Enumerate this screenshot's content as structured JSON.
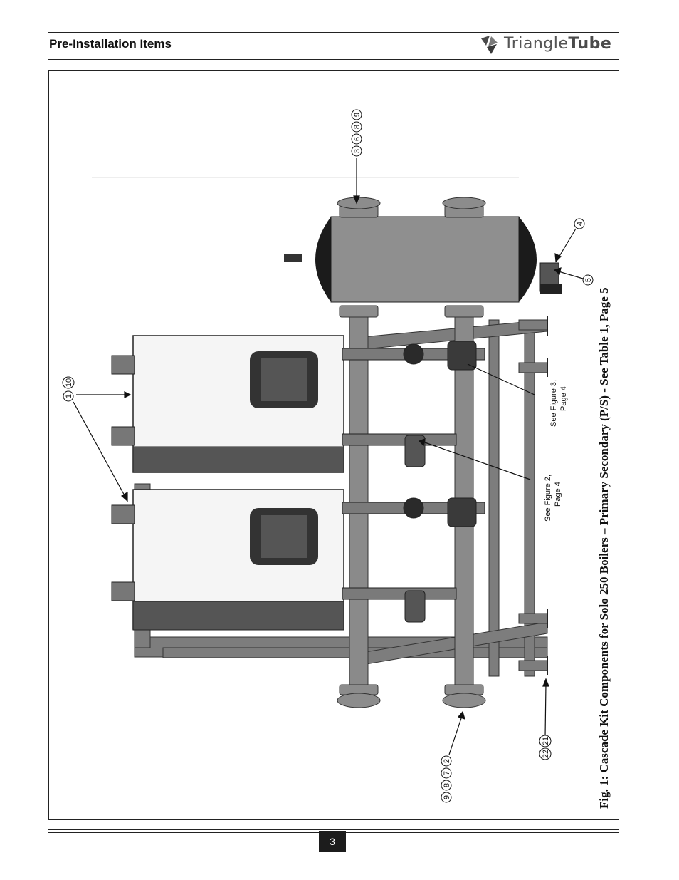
{
  "header": {
    "section_title": "Pre-Installation Items",
    "logo": {
      "name": "triangle-tube-logo",
      "word1": "Triangle",
      "word2": "Tube"
    }
  },
  "figure": {
    "caption": "Fig. 1: Cascade Kit Components for Solo 250 Boilers  – Primary Secondary (P/S) - See Table 1, Page 5",
    "callouts": {
      "top_group": [
        "3",
        "6",
        "8",
        "9"
      ],
      "boiler_group": [
        "1",
        "10"
      ],
      "drain": "4",
      "valve": "5",
      "left_flange_group": [
        "9",
        "8",
        "7",
        "2"
      ],
      "stand_group": [
        "22",
        "21"
      ]
    },
    "notes": {
      "see_fig3_line1": "See Figure 3,",
      "see_fig3_line2": "Page 4",
      "see_fig2_line1": "See Figure 2,",
      "see_fig2_line2": "Page 4"
    }
  },
  "footer": {
    "page_number": "3"
  }
}
